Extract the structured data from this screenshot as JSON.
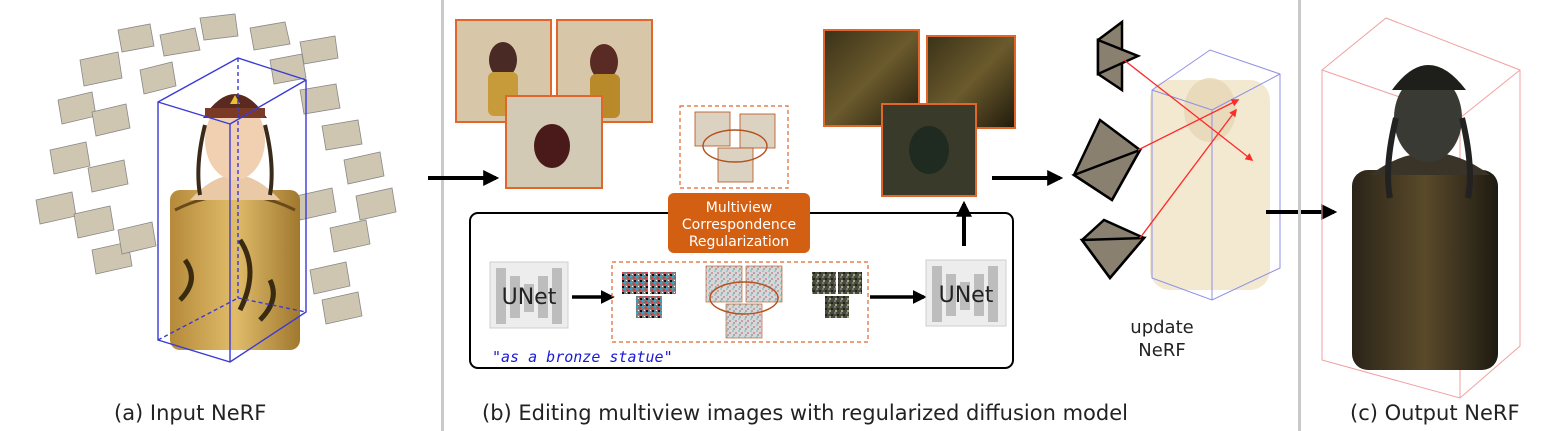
{
  "panels": [
    {
      "caption": "(a) Input NeRF"
    },
    {
      "caption": "(b) Editing multiview images with regularized diffusion model"
    },
    {
      "caption": "(c) Output NeRF"
    }
  ],
  "regularization_box": {
    "lines": [
      "Multiview",
      "Correspondence",
      "Regularization"
    ]
  },
  "unet_left": {
    "label": "UNet"
  },
  "unet_right": {
    "label": "UNet"
  },
  "prompt": {
    "text": "\"as a bronze statue\""
  },
  "update_label": {
    "lines": [
      "update",
      "NeRF"
    ]
  },
  "colors": {
    "accent": "#e0662a",
    "regularization_fill": "#d35f12",
    "bbox_blue": "#3a3ad6",
    "bbox_red": "#e88",
    "ray_red": "#ff2a2a",
    "prompt_blue": "#1a1ad8",
    "divider": "#c9c9c9"
  }
}
